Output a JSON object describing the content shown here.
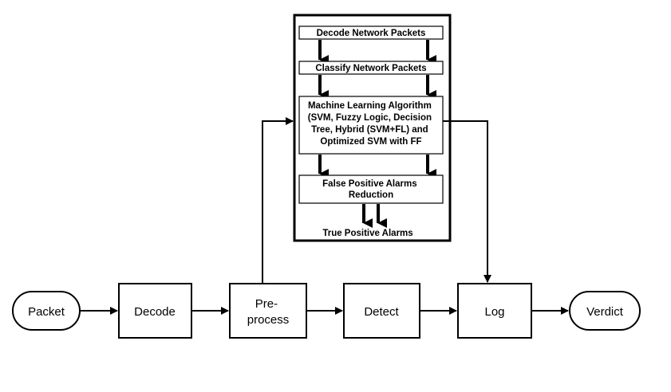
{
  "inner_pipeline": {
    "decode": "Decode Network Packets",
    "classify": "Classify Network Packets",
    "ml_lines": [
      "Machine Learning Algorithm",
      "(SVM, Fuzzy Logic, Decision",
      "Tree, Hybrid (SVM+FL) and",
      "Optimized SVM with FF"
    ],
    "fp_lines": [
      "False Positive Alarms",
      "Reduction"
    ],
    "output": "True Positive Alarms"
  },
  "flow": {
    "packet": "Packet",
    "decode": "Decode",
    "preprocess_lines": [
      "Pre-",
      "process"
    ],
    "detect": "Detect",
    "log": "Log",
    "verdict": "Verdict"
  }
}
